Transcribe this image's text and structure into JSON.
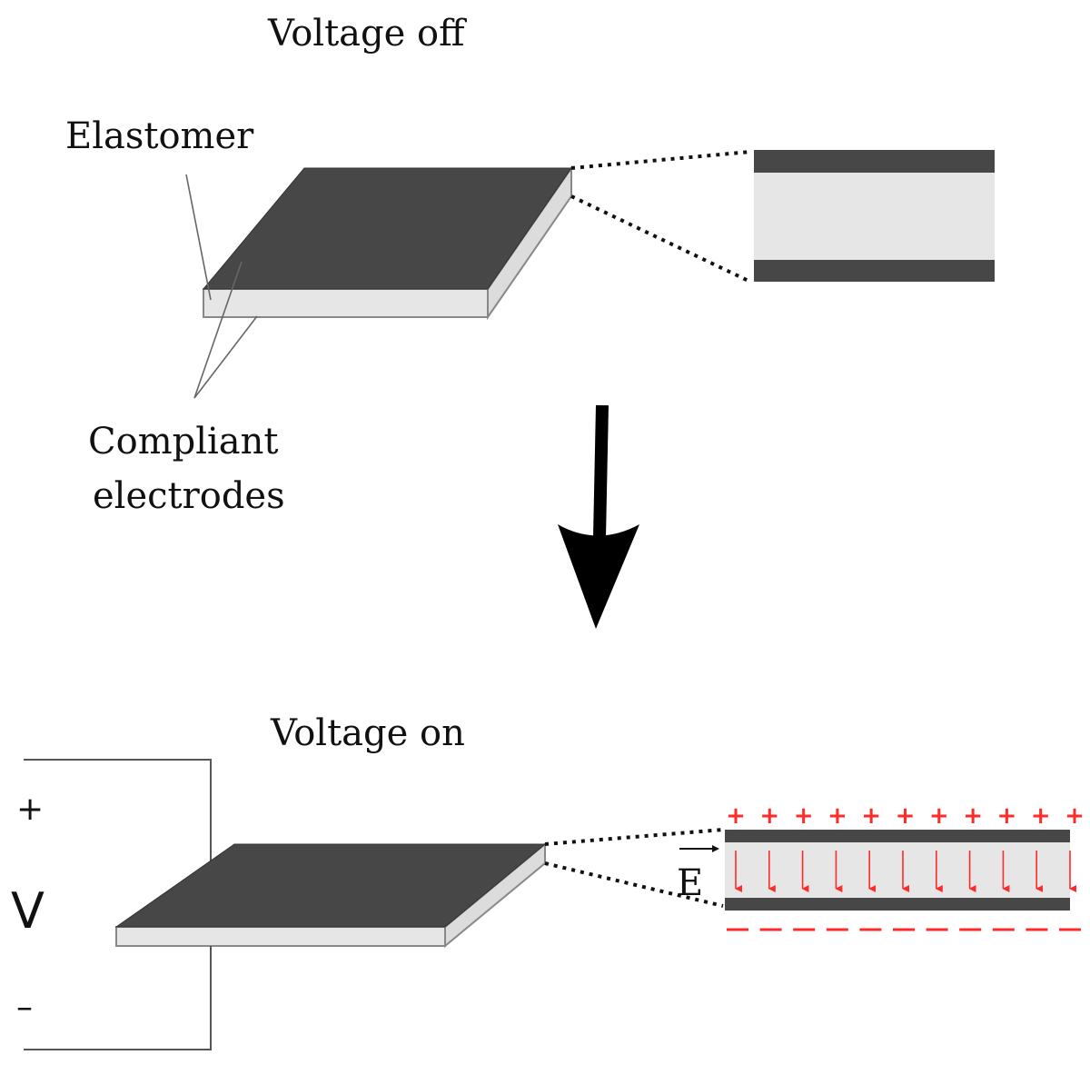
{
  "labels": {
    "voltage_off": "Voltage off",
    "elastomer": "Elastomer",
    "compliant_line1": "Compliant",
    "compliant_line2": "electrodes",
    "voltage_on": "Voltage on",
    "plus": "+",
    "voltage_symbol": "V",
    "minus": "–",
    "field_symbol": "E"
  },
  "charges": {
    "positive_symbol": "+",
    "negative_symbol": "–",
    "positive_count": 11,
    "negative_count": 11
  },
  "field_arrows": {
    "count": 11
  },
  "colors": {
    "electrode": "#474747",
    "elastomer": "#e6e6e6",
    "outline": "#888888",
    "charge": "#ff2a2a",
    "field_arrow": "#ff2a2a",
    "main_arrow": "#000000",
    "wire": "#555555"
  }
}
